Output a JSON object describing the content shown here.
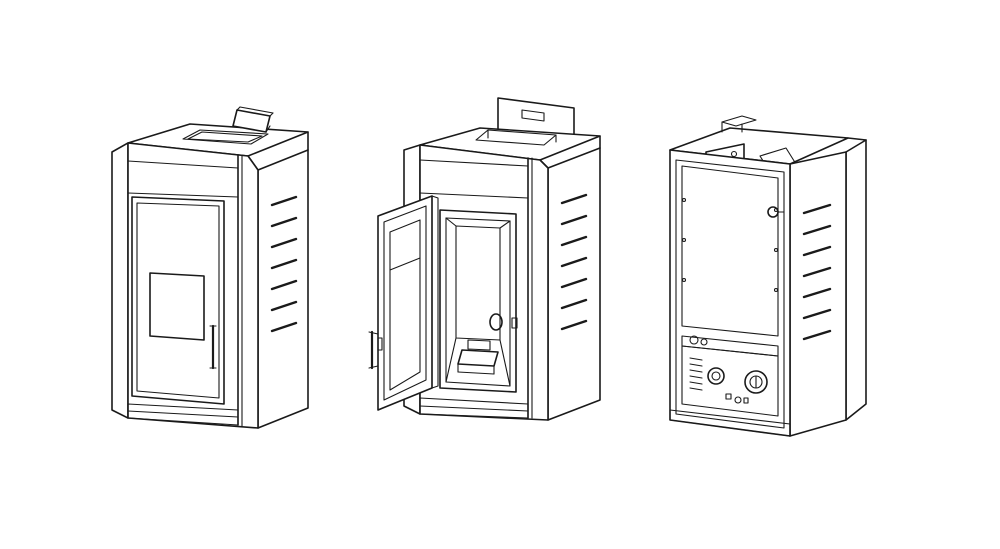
{
  "colors": {
    "background": "#ffffff",
    "line": "#1a1a1a"
  },
  "views": [
    {
      "id": "front",
      "icon": "stove-front-closed-icon"
    },
    {
      "id": "open",
      "icon": "stove-door-open-icon"
    },
    {
      "id": "rear",
      "icon": "stove-rear-panel-icon"
    }
  ]
}
